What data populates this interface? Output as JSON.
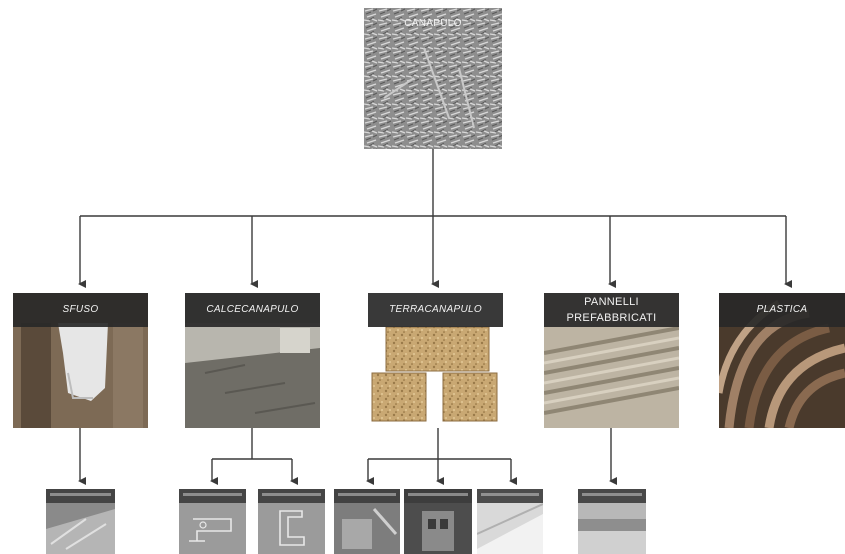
{
  "root": {
    "label": "CANAPULO",
    "icon": "hemp-shiv-texture-image"
  },
  "categories": [
    {
      "id": "sfuso",
      "label": "SFUSO",
      "icon": "loose-hemp-bag-image"
    },
    {
      "id": "calcecanapulo",
      "label": "CALCECANAPULO",
      "icon": "hempcrete-cast-image"
    },
    {
      "id": "terracanapulo",
      "label": "TERRACANAPULO",
      "icon": "earth-hemp-blocks-image"
    },
    {
      "id": "pannelli",
      "label": "PANNELLI PREFABBRICATI",
      "icon": "prefab-panels-image"
    },
    {
      "id": "plastica",
      "label": "PLASTICA",
      "icon": "plastic-tubes-image"
    }
  ],
  "subnodes": [
    {
      "id": "sub-sfuso",
      "parent": "sfuso",
      "icon": "loose-fill-photo"
    },
    {
      "id": "sub-calce-a",
      "parent": "calcecanapulo",
      "icon": "wall-drawing-sketch"
    },
    {
      "id": "sub-calce-b",
      "parent": "calcecanapulo",
      "icon": "floor-drawing-sketch"
    },
    {
      "id": "sub-terra-a",
      "parent": "terracanapulo",
      "icon": "plaster-photo"
    },
    {
      "id": "sub-terra-b",
      "parent": "terracanapulo",
      "icon": "block-photo"
    },
    {
      "id": "sub-terra-c",
      "parent": "terracanapulo",
      "icon": "panel-photo"
    },
    {
      "id": "sub-pannelli",
      "parent": "pannelli",
      "icon": "insulation-board-photo"
    }
  ],
  "colors": {
    "connector": "#3a3a3a",
    "label_bar": "#2a2a2a",
    "label_text": "#f2f2f2"
  }
}
